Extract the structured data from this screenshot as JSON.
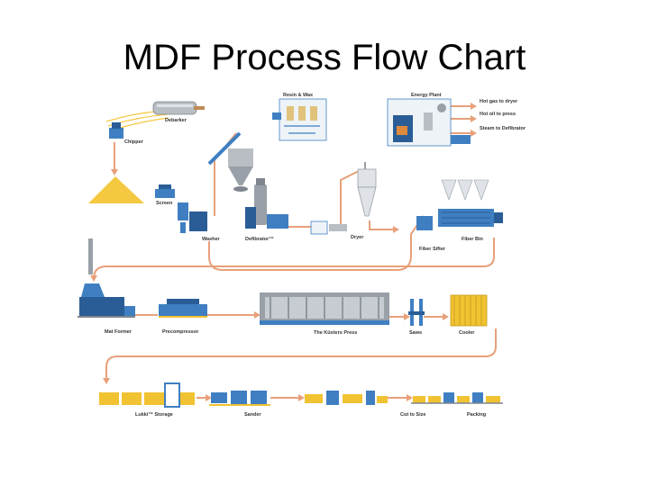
{
  "title": "MDF Process Flow Chart",
  "colors": {
    "flow_line": "#e8a07a",
    "machine_blue": "#3f7fc1",
    "machine_dark": "#2a5d96",
    "chip_yellow": "#f5c842",
    "panel_yellow": "#f1c232",
    "steel_gray": "#b9bec4"
  },
  "stages": {
    "debarker": "Debarker",
    "chipper": "Chipper",
    "screen": "Screen",
    "washer": "Washer",
    "resin_wax": "Resin & Wax",
    "defibrator": "Defibrator™",
    "energy_plant": "Energy Plant",
    "hot_gas": "Hot gas to dryer",
    "hot_oil": "Hot oil to press",
    "steam": "Steam to Defibrator",
    "dryer": "Dryer",
    "fiber_bin": "Fiber Bin",
    "fiber_sifter": "Fiber Sifter",
    "mat_former": "Mat Former",
    "precompressor": "Precompressor",
    "kusters_press": "The Küsters Press",
    "saws": "Saws",
    "cooler": "Cooler",
    "lukki_storage": "Lukki™ Storage",
    "sander": "Sander",
    "cut_to_size": "Cut to Size",
    "packing": "Packing"
  }
}
